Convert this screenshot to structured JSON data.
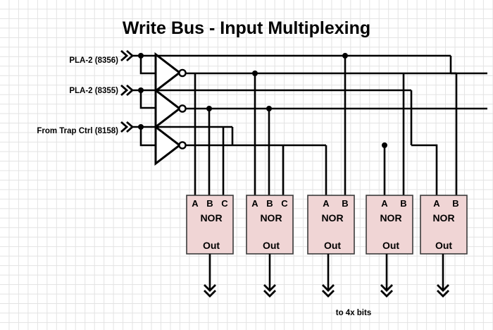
{
  "title": "Write Bus - Input Multiplexing",
  "footer_note": "to 4x bits",
  "colors": {
    "gate_fill": "#f0d5d5",
    "gate_stroke": "#3b3b3b",
    "wire": "#000000",
    "grid": "#e3e3e3",
    "background": "#ffffff"
  },
  "inputs": [
    {
      "label": "PLA-2 (8356)",
      "marker": "double-chevron-right-icon"
    },
    {
      "label": "PLA-2 (8355)",
      "marker": "double-chevron-right-icon"
    },
    {
      "label": "From Trap Ctrl (8158)",
      "marker": "double-chevron-right-icon"
    }
  ],
  "inverters": [
    {
      "name": "inverter-1",
      "type": "NOT"
    },
    {
      "name": "inverter-2",
      "type": "NOT"
    },
    {
      "name": "inverter-3",
      "type": "NOT"
    }
  ],
  "gates": [
    {
      "name": "nor-gate-1",
      "type": "NOR",
      "pins": [
        "A",
        "B",
        "C"
      ],
      "out": "Out"
    },
    {
      "name": "nor-gate-2",
      "type": "NOR",
      "pins": [
        "A",
        "B",
        "C"
      ],
      "out": "Out"
    },
    {
      "name": "nor-gate-3",
      "type": "NOR",
      "pins": [
        "A",
        "B"
      ],
      "out": "Out"
    },
    {
      "name": "nor-gate-4",
      "type": "NOR",
      "pins": [
        "A",
        "B"
      ],
      "out": "Out"
    },
    {
      "name": "nor-gate-5",
      "type": "NOR",
      "pins": [
        "A",
        "B"
      ],
      "out": "Out"
    }
  ],
  "output_arrows": [
    {
      "name": "output-arrow-1",
      "marker": "double-chevron-down-icon"
    },
    {
      "name": "output-arrow-2",
      "marker": "double-chevron-down-icon"
    },
    {
      "name": "output-arrow-3",
      "marker": "double-chevron-down-icon"
    },
    {
      "name": "output-arrow-4",
      "marker": "double-chevron-down-icon"
    },
    {
      "name": "output-arrow-5",
      "marker": "double-chevron-down-icon"
    }
  ]
}
